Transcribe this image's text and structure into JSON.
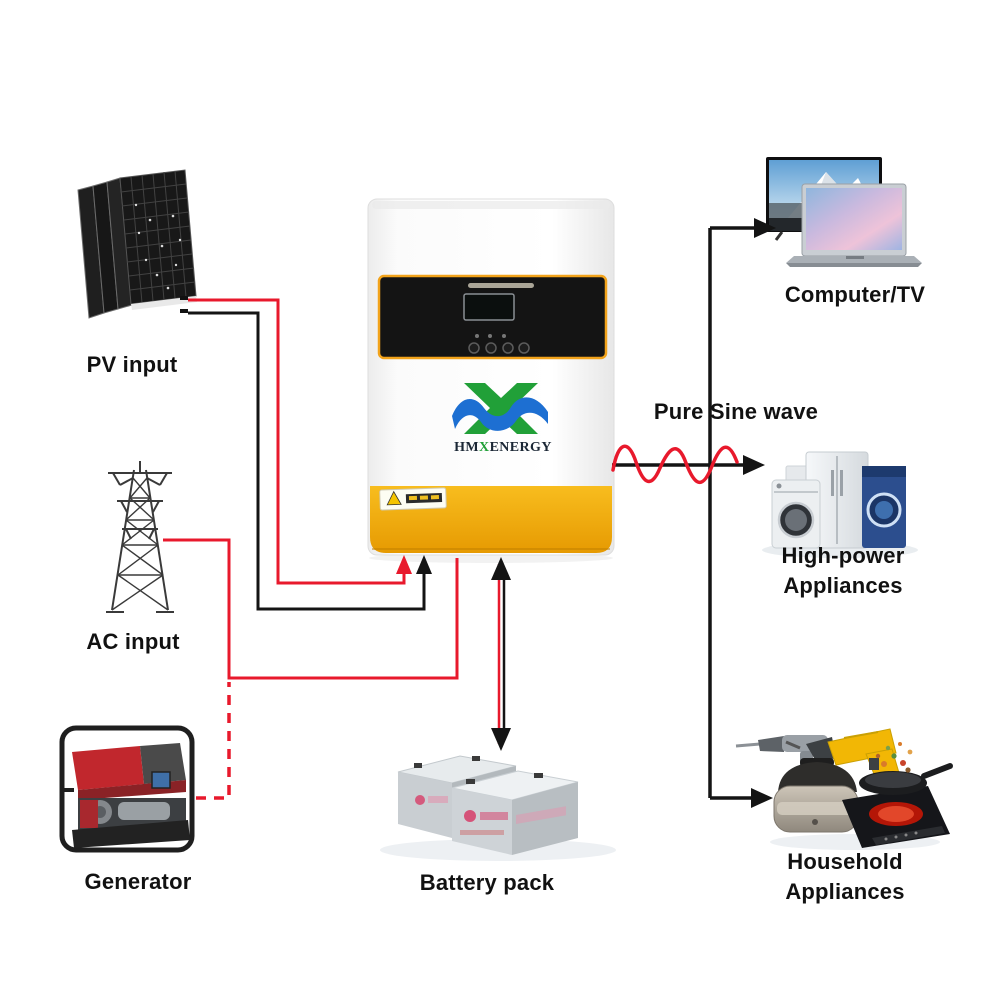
{
  "page": {
    "background": "#ffffff",
    "type": "solar-hybrid-inverter-connection-diagram"
  },
  "labels": {
    "pv": "PV input",
    "ac": "AC input",
    "generator": "Generator",
    "battery": "Battery pack",
    "computer": "Computer/TV",
    "sine_wave": "Pure Sine wave",
    "high_power": [
      "High-power",
      "Appliances"
    ],
    "household": [
      "Household",
      "Appliances"
    ]
  },
  "brand": {
    "prefix": "HM",
    "accent": "X",
    "suffix": "ENERGY",
    "accent_color": "#21a038"
  },
  "colors": {
    "wire_red": "#e8192c",
    "wire_black": "#141414",
    "inverter_yellow": "#f3ac07",
    "display_border_orange": "#f2a31b",
    "logo_green": "#21a038",
    "logo_blue": "#1d6fd2",
    "label_text": "#111111"
  },
  "icons": {
    "solar_panels": "solar-panel-array-icon",
    "power_tower": "transmission-tower-icon",
    "generator": "portable-generator-icon",
    "inverter": "hybrid-solar-inverter-icon",
    "battery": "battery-pack-icon",
    "computer_tv": "computer-tv-icon",
    "high_power_appliances": "washer-fridge-icon",
    "household_appliances": "cooker-drill-wok-icon",
    "sine_wave": "sine-wave-icon"
  },
  "flows": [
    {
      "from": "pv",
      "to": "inverter",
      "style": "red + black solid wires, arrows into inverter bottom"
    },
    {
      "from": "ac",
      "to": "inverter",
      "style": "red solid wire"
    },
    {
      "from": "generator",
      "to": "inverter",
      "style": "red dashed wire joining AC wire"
    },
    {
      "from": "inverter",
      "to": "battery",
      "style": "bidirectional black/red arrow"
    },
    {
      "from": "inverter",
      "to": "computer",
      "style": "black arrow"
    },
    {
      "from": "inverter",
      "to": "high_power",
      "style": "black arrow with red pure sine wave"
    },
    {
      "from": "inverter",
      "to": "household",
      "style": "black arrow"
    }
  ]
}
